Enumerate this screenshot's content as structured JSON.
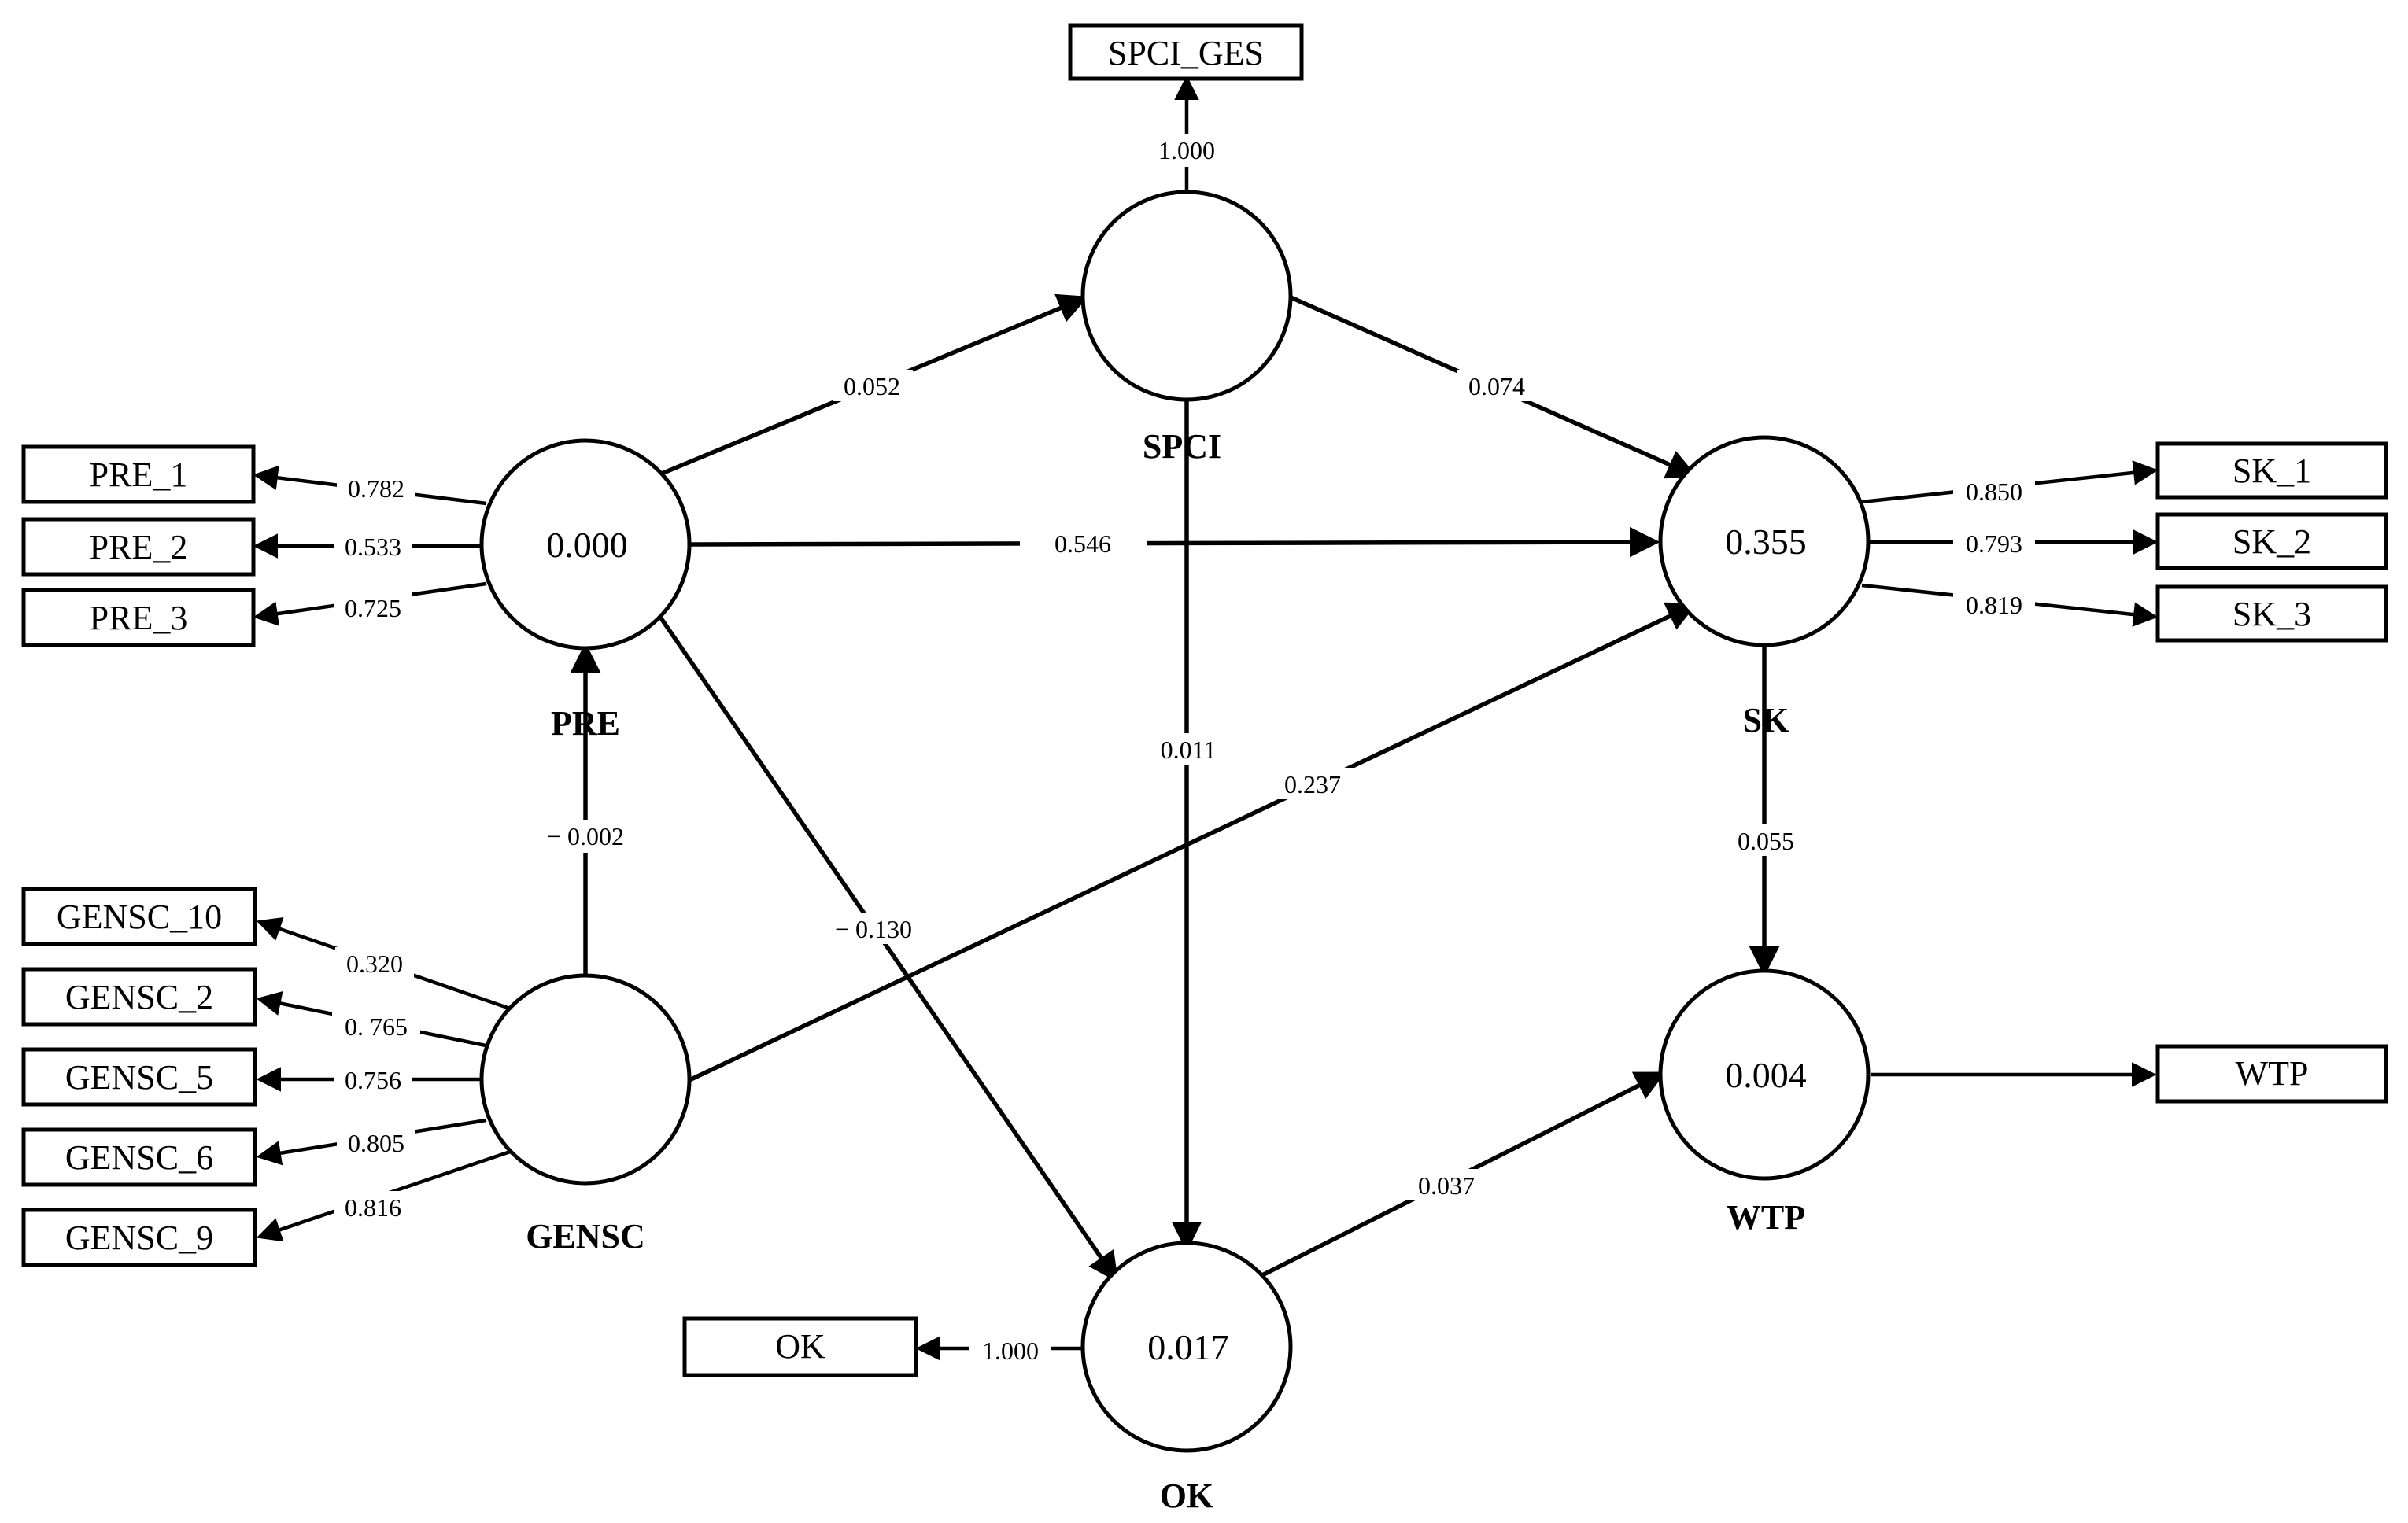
{
  "constructs": {
    "PRE": {
      "name": "PRE",
      "r2": "0.000"
    },
    "SPCI": {
      "name": "SPCI",
      "r2": ""
    },
    "SK": {
      "name": "SK",
      "r2": "0.355"
    },
    "GENSC": {
      "name": "GENSC",
      "r2": ""
    },
    "OK": {
      "name": "OK",
      "r2": "0.017"
    },
    "WTP": {
      "name": "WTP",
      "r2": "0.004"
    }
  },
  "indicators": {
    "PRE_1": "PRE_1",
    "PRE_2": "PRE_2",
    "PRE_3": "PRE_3",
    "SPCI_GES": "SPCI_GES",
    "SK_1": "SK_1",
    "SK_2": "SK_2",
    "SK_3": "SK_3",
    "GENSC_10": "GENSC_10",
    "GENSC_2": "GENSC_2",
    "GENSC_5": "GENSC_5",
    "GENSC_6": "GENSC_6",
    "GENSC_9": "GENSC_9",
    "OK": "OK",
    "WTP": "WTP"
  },
  "loadings": {
    "PRE_1": "0.782",
    "PRE_2": "0.533",
    "PRE_3": "0.725",
    "SPCI_GES": "1.000",
    "SK_1": "0.850",
    "SK_2": "0.793",
    "SK_3": "0.819",
    "GENSC_10": "0.320",
    "GENSC_2": "0. 765",
    "GENSC_5": "0.756",
    "GENSC_6": "0.805",
    "GENSC_9": "0.816",
    "OK": "1.000"
  },
  "paths": {
    "PRE_SPCI": "0.052",
    "SPCI_SK": "0.074",
    "PRE_SK": "0.546",
    "SPCI_OK": "0.011",
    "GENSC_SK": "0.237",
    "GENSC_PRE": "− 0.002",
    "PRE_OK": "− 0.130",
    "SK_WTP": "0.055",
    "OK_WTP": "0.037"
  }
}
